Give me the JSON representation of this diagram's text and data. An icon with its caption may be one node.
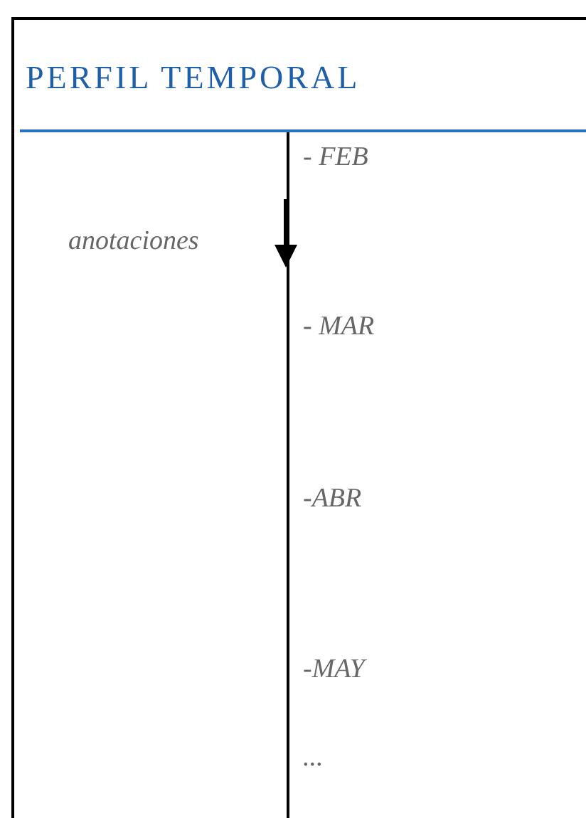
{
  "diagram": {
    "title": "PERFIL TEMPORAL",
    "labels": [
      "- FEB",
      "anotaciones",
      "- MAR",
      "-ABR",
      "-MAY",
      "..."
    ]
  }
}
